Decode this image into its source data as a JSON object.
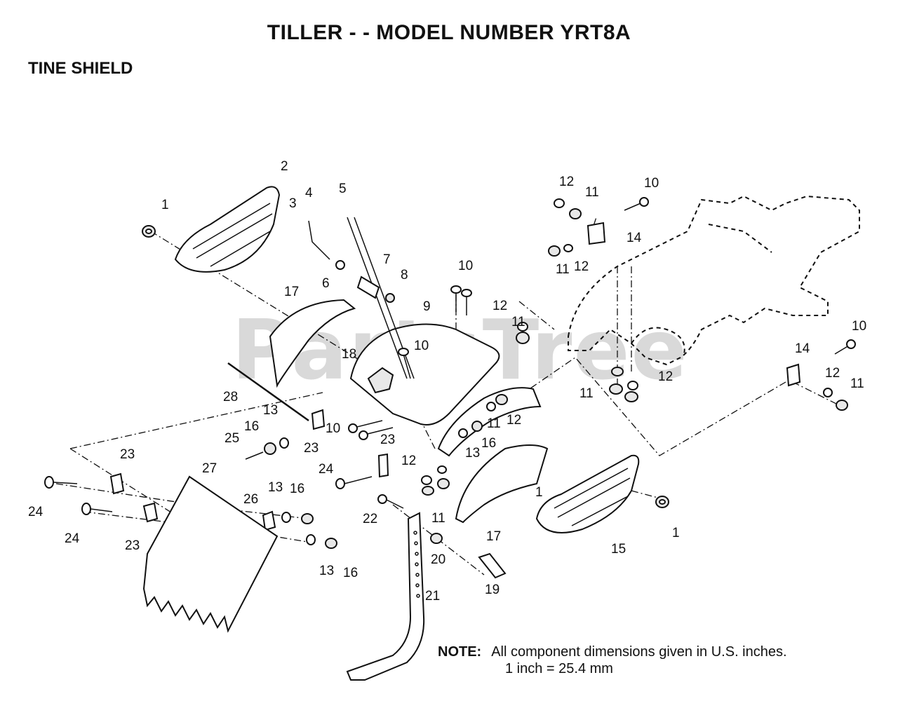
{
  "header": {
    "title": "TILLER - - MODEL NUMBER YRT8A",
    "subtitle": "TINE SHIELD"
  },
  "watermark": "PartsTree",
  "note": {
    "label": "NOTE:",
    "line1": "All component dimensions given in U.S. inches.",
    "line2": "1 inch = 25.4 mm"
  },
  "callouts": {
    "c1a": "1",
    "c1b": "1",
    "c1c": "1",
    "c2": "2",
    "c3": "3",
    "c4": "4",
    "c5": "5",
    "c6": "6",
    "c7": "7",
    "c8": "8",
    "c9": "9",
    "c10a": "10",
    "c10b": "10",
    "c10c": "10",
    "c10d": "10",
    "c10e": "10",
    "c11a": "11",
    "c11b": "11",
    "c11c": "11",
    "c11d": "11",
    "c11e": "11",
    "c11f": "11",
    "c11g": "11",
    "c12a": "12",
    "c12b": "12",
    "c12c": "12",
    "c12d": "12",
    "c12e": "12",
    "c12f": "12",
    "c12g": "12",
    "c13a": "13",
    "c13b": "13",
    "c13c": "13",
    "c13d": "13",
    "c14a": "14",
    "c14b": "14",
    "c15": "15",
    "c16a": "16",
    "c16b": "16",
    "c16c": "16",
    "c16d": "16",
    "c17a": "17",
    "c17b": "17",
    "c18": "18",
    "c19": "19",
    "c20": "20",
    "c21": "21",
    "c22": "22",
    "c23a": "23",
    "c23b": "23",
    "c23c": "23",
    "c23d": "23",
    "c24a": "24",
    "c24b": "24",
    "c24c": "24",
    "c25": "25",
    "c26": "26",
    "c27": "27",
    "c28": "28"
  }
}
